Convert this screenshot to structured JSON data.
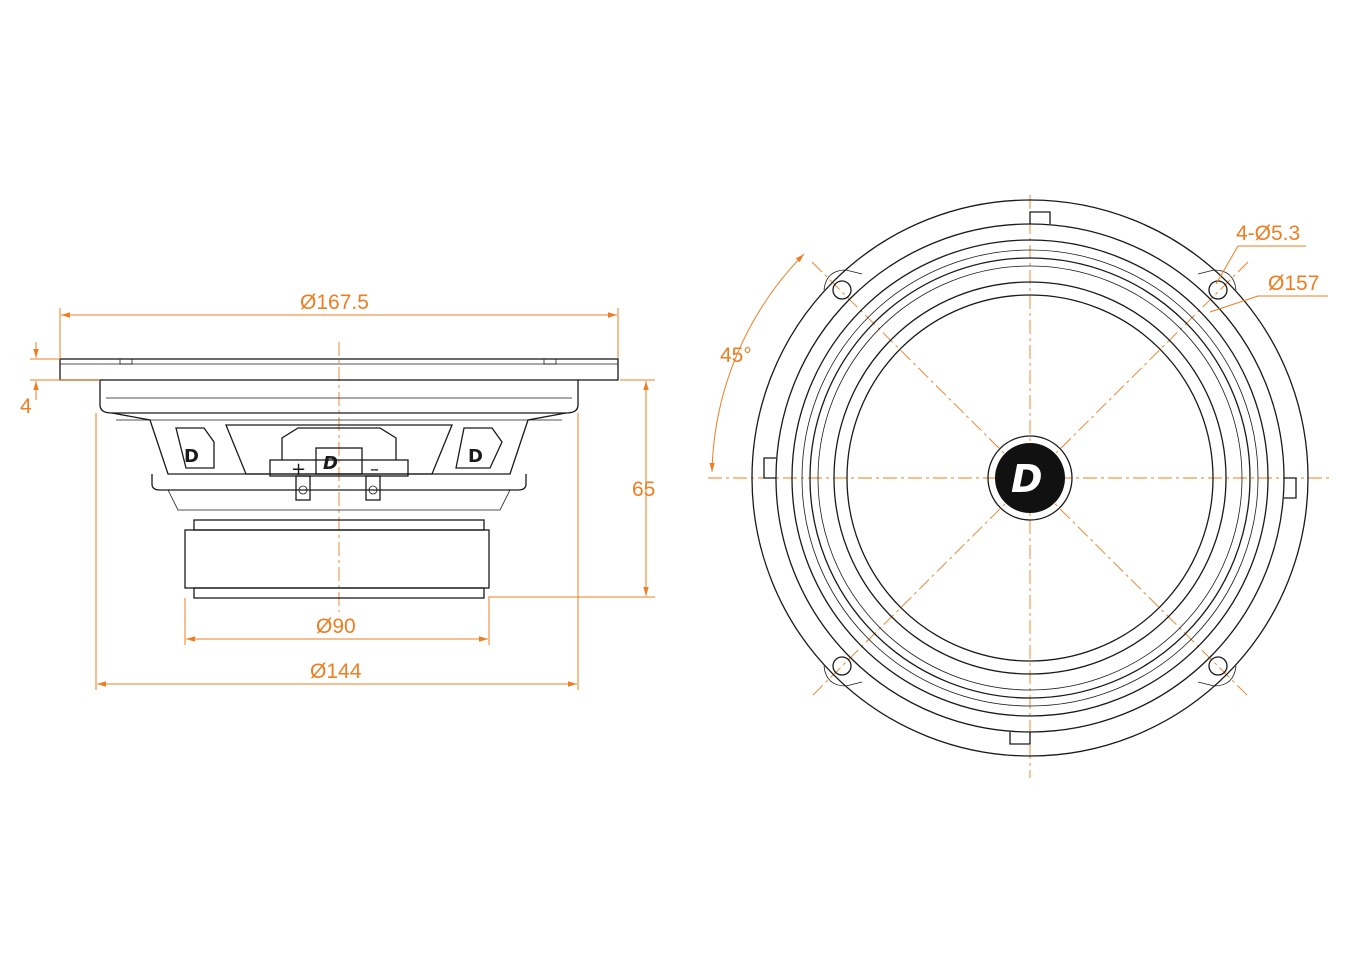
{
  "colors": {
    "dimension": "#ef7d22",
    "outline": "#1a1a1a",
    "background": "#ffffff"
  },
  "side_view": {
    "dim_outer": "Ø167.5",
    "dim_flange": "4",
    "dim_depth": "65",
    "dim_magnet": "Ø90",
    "dim_cutout": "Ø144",
    "terminal_plus": "+",
    "terminal_minus": "–"
  },
  "front_view": {
    "dim_holes": "4-Ø5.3",
    "dim_hole_circle": "Ø157",
    "dim_angle": "45°"
  },
  "icons": [
    "brand-logo-icon"
  ]
}
